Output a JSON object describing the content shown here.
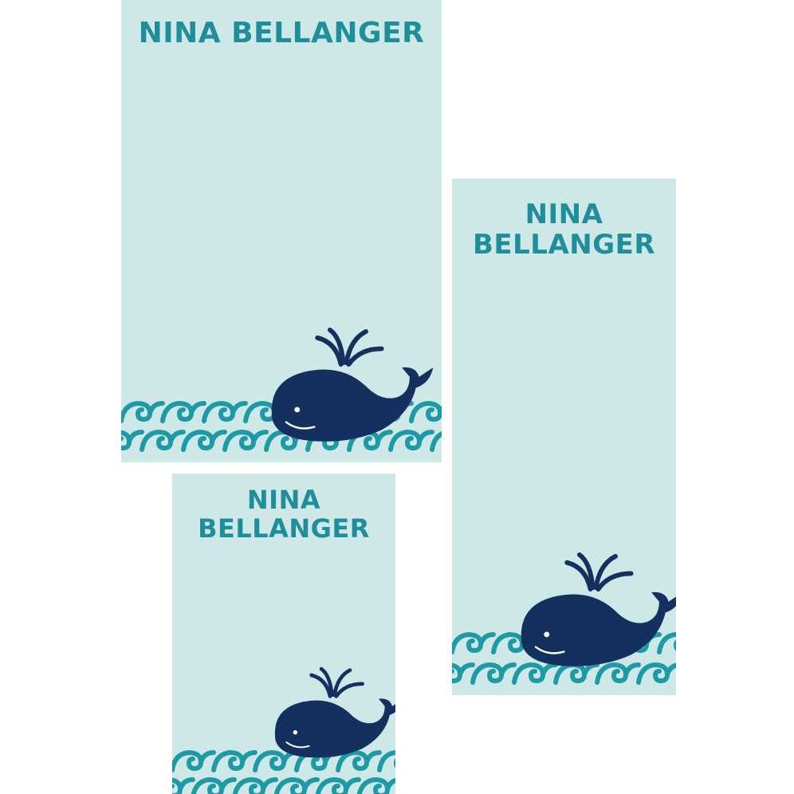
{
  "colors": {
    "paper": "#cde8e6",
    "title": "#1e8e9a",
    "wave": "#1e9aa6",
    "whale": "#14305e"
  },
  "icons": {
    "whale": "whale-icon",
    "waves": "waves-pattern"
  },
  "notepads": [
    {
      "id": "large",
      "name_lines": [
        "NINA BELLANGER"
      ]
    },
    {
      "id": "tall",
      "name_lines": [
        "NINA",
        "BELLANGER"
      ]
    },
    {
      "id": "small",
      "name_lines": [
        "NINA",
        "BELLANGER"
      ]
    }
  ]
}
